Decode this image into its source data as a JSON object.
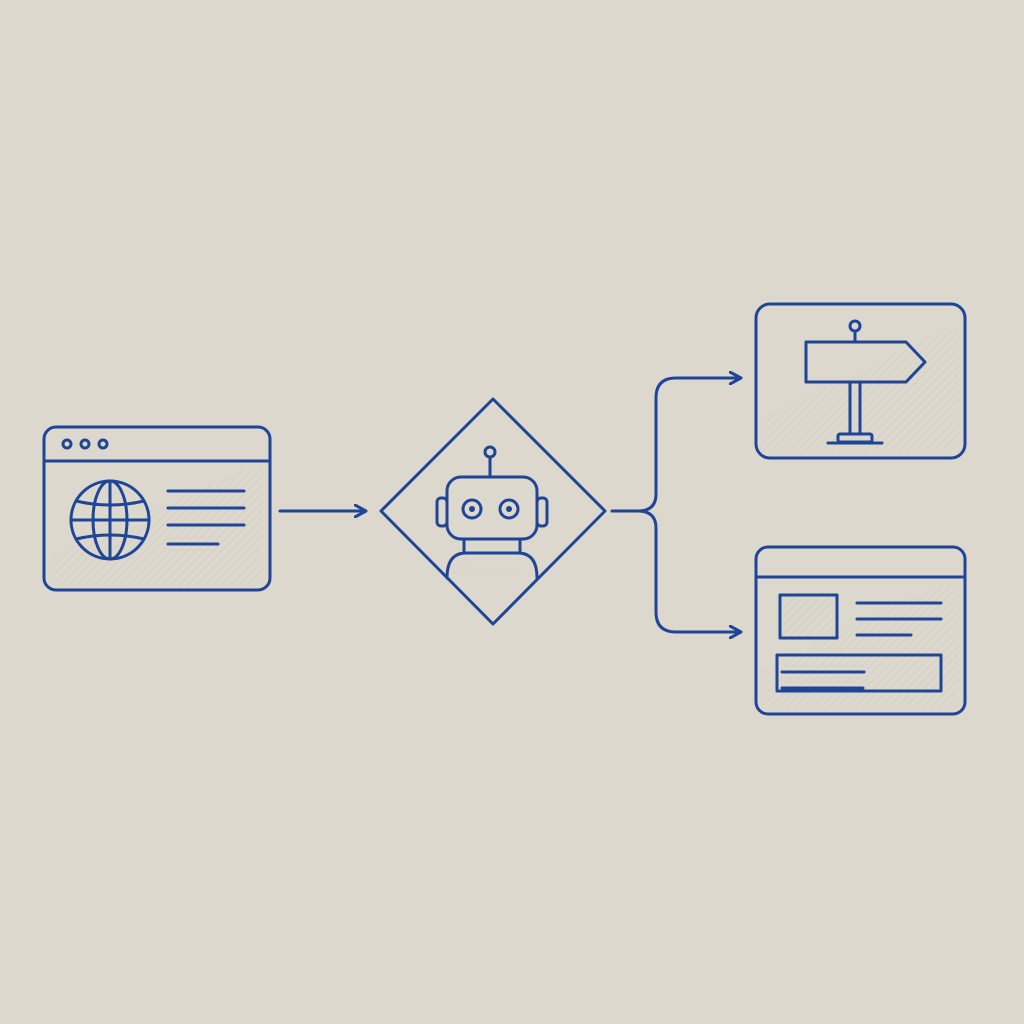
{
  "diagram": {
    "background_color": "#ddd8ce",
    "ink_color": "#1f4596",
    "shade_color": "#c9c3b8",
    "nodes": [
      {
        "id": "website",
        "icon": "browser-globe-icon"
      },
      {
        "id": "ai-agent",
        "icon": "robot-icon"
      },
      {
        "id": "route",
        "icon": "signpost-icon"
      },
      {
        "id": "content-page",
        "icon": "web-page-layout-icon"
      }
    ],
    "edges": [
      {
        "from": "website",
        "to": "ai-agent"
      },
      {
        "from": "ai-agent",
        "to": "route"
      },
      {
        "from": "ai-agent",
        "to": "content-page"
      }
    ]
  }
}
